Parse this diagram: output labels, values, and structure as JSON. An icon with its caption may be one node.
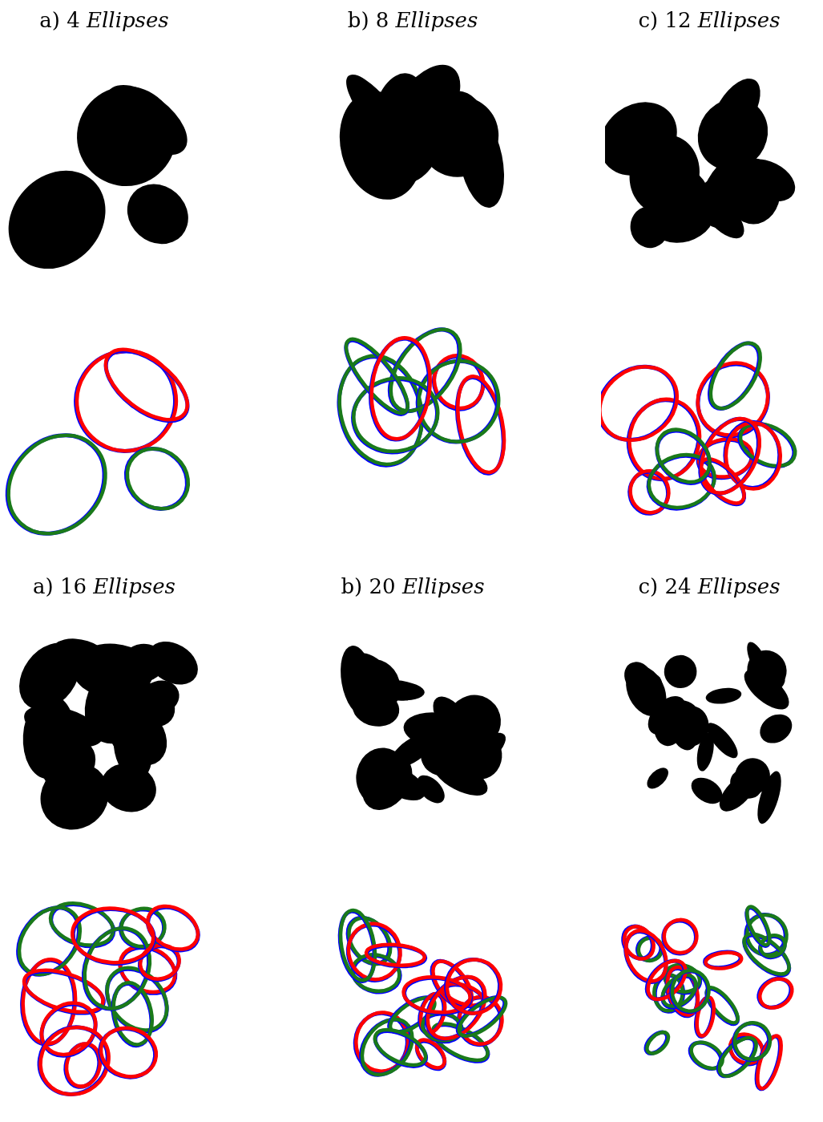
{
  "diagram": {
    "labels": [
      "a) 4 *Ellipses*",
      "b) 8 *Ellipses*",
      "c) 12 *Ellipses*",
      "a) 16 *Ellipses*",
      "b) 20 *Ellipses*",
      "c) 24 *Ellipses*"
    ]
  }
}
